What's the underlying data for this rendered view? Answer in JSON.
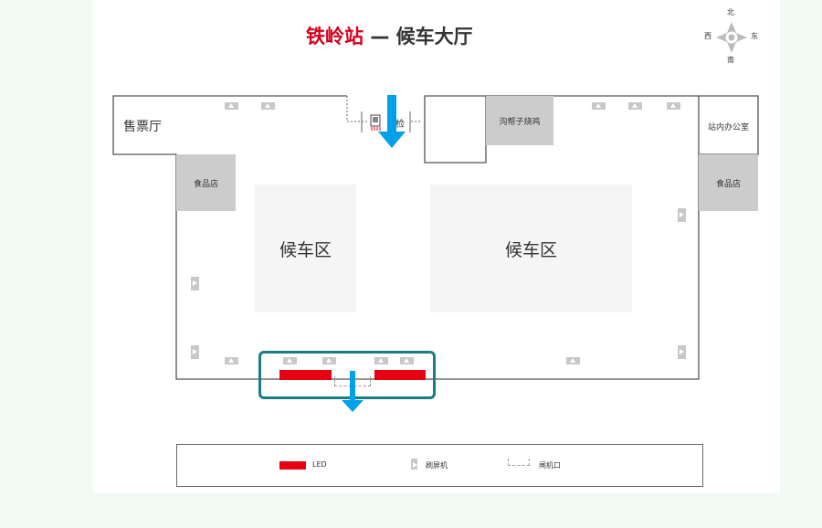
{
  "title": {
    "station": "铁岭站",
    "dash": "—",
    "hall": "候车大厅"
  },
  "compass": {
    "north": "北",
    "south": "南",
    "east": "东",
    "west": "西"
  },
  "areas": {
    "ticket_hall": "售票厅",
    "food_left": "食品店",
    "food_right": "食品店",
    "bbq": "沟帮子烧鸡",
    "office": "站内办公室",
    "waiting_left": "候车区",
    "waiting_right": "候车区",
    "check": "检"
  },
  "legend": {
    "led": "LED",
    "screen": "刷屏机",
    "gate": "闸机口"
  },
  "colors": {
    "accent_red": "#e60012",
    "title_red": "#d6001c",
    "arrow_blue": "#00a0e9",
    "highlight_teal": "#1a7d86",
    "shop_gray": "#cccccc",
    "zone_gray": "#f5f5f5"
  },
  "icons": [
    "compass-icon",
    "entry-arrow-icon",
    "exit-arrow-icon",
    "screen-icon",
    "gate-icon"
  ]
}
